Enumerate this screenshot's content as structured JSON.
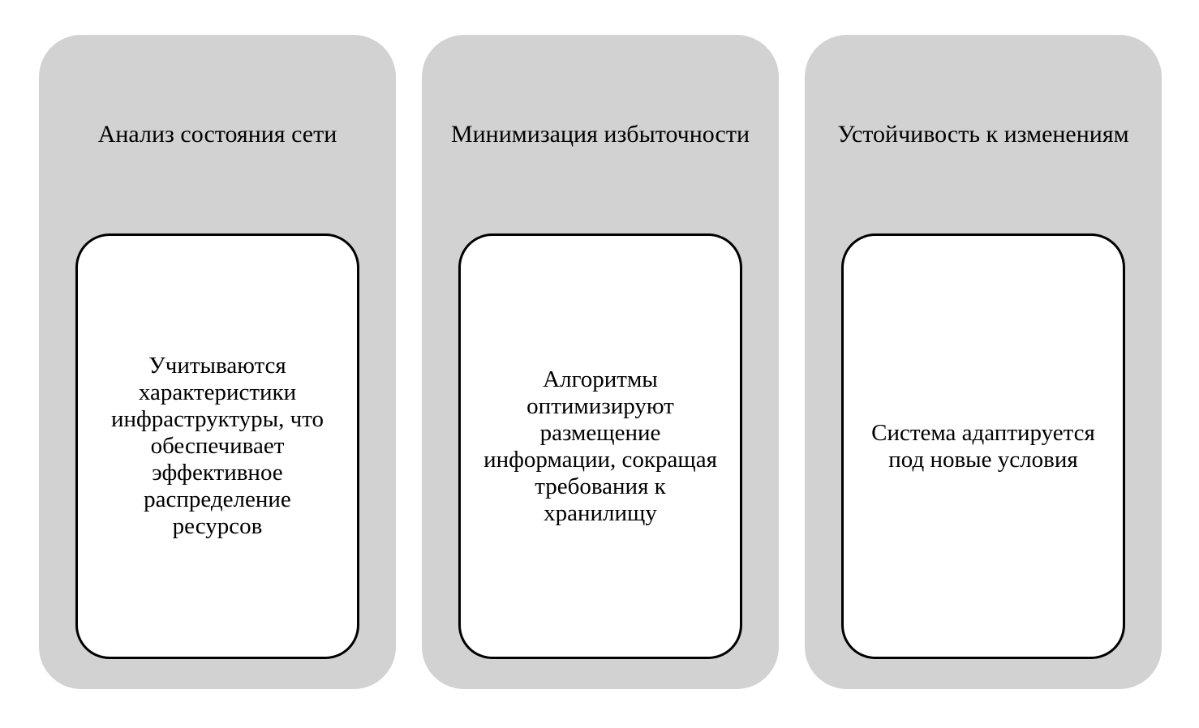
{
  "colors": {
    "card_bg": "#d2d2d2",
    "box_bg": "#ffffff",
    "box_border": "#000000",
    "text_color": "#000000",
    "page_bg": "#ffffff"
  },
  "cards": [
    {
      "title": "Анализ состояния сети",
      "body": "Учитываются\nхарактеристики\nинфраструктуры, что\nобеспечивает\nэффективное\nраспределение\nресурсов"
    },
    {
      "title": "Минимизация избыточности",
      "body": "Алгоритмы\nоптимизируют\nразмещение\nинформации, сокращая\nтребования к\nхранилищу"
    },
    {
      "title": "Устойчивость к изменениям",
      "body": "Система адаптируется\nпод новые условия"
    }
  ]
}
